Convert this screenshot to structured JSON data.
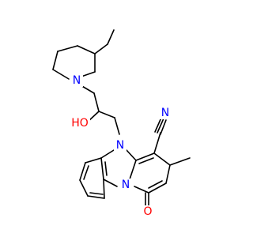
{
  "molecule": {
    "atom_labels": {
      "n_piperidine": "N",
      "hydroxyl": "HO",
      "n_imidazole": "N",
      "n_nitrile": "N",
      "n_bridgehead": "N",
      "o_carbonyl": "O"
    },
    "colors": {
      "bond": "#000000",
      "nitrogen": "#0000ff",
      "oxygen": "#ff0000",
      "carbon": "#000000"
    }
  }
}
